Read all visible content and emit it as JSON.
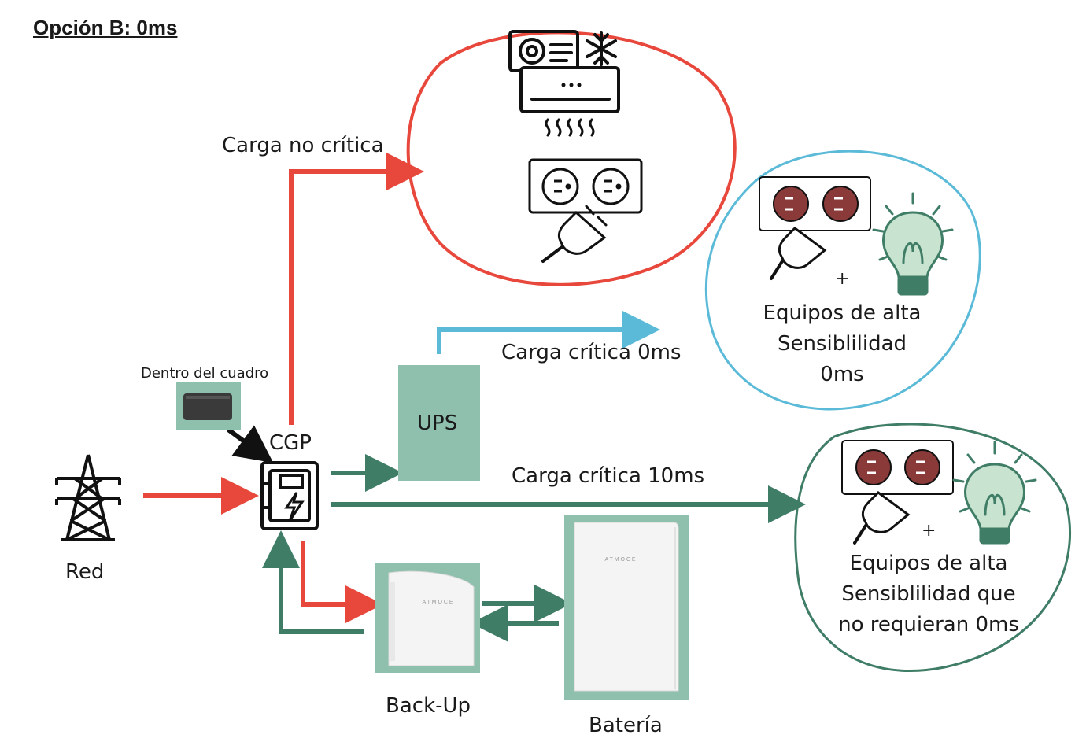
{
  "title": "Opción B: 0ms",
  "labels": {
    "non_critical": "Carga no crítica",
    "critical_0ms": "Carga crítica 0ms",
    "critical_10ms": "Carga crítica 10ms",
    "inside_panel": "Dentro del cuadro",
    "cgp": "CGP",
    "ups": "UPS",
    "grid": "Red",
    "backup": "Back-Up",
    "battery": "Batería",
    "plus_1": "+",
    "plus_2": "+",
    "brand_backup": "A T M O C E",
    "brand_battery": "A T M O C E"
  },
  "sensitive_0ms": {
    "line1": "Equipos de alta",
    "line2": "Sensiblilidad",
    "line3": "0ms"
  },
  "sensitive_10ms": {
    "line1": "Equipos de alta",
    "line2": "Sensiblilidad que",
    "line3": "no requieran 0ms"
  },
  "colors": {
    "red": "#e8473c",
    "green": "#3f7d66",
    "blue": "#5bbad8",
    "box_green": "#8fbfad",
    "outlet_red": "#8b3a3a",
    "bulb_green": "#c8e3cf"
  }
}
